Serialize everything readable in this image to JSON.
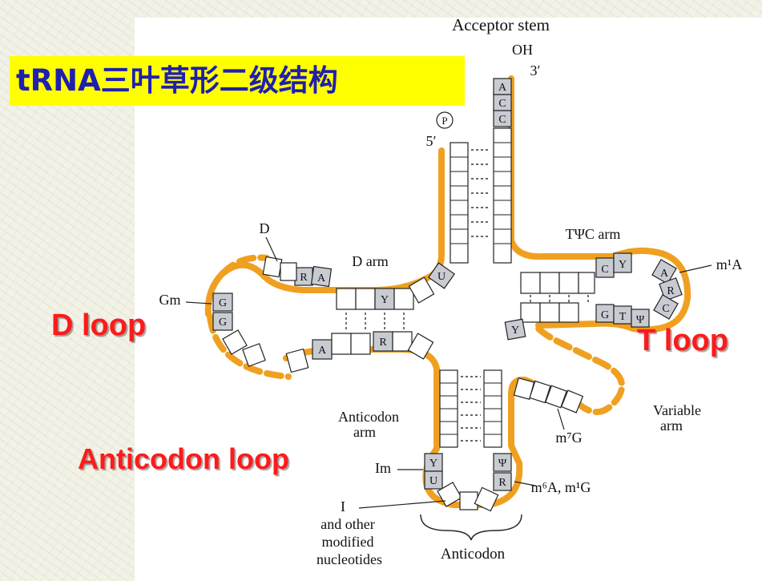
{
  "title": "tRNA三叶草形二级结构",
  "overlay_labels": {
    "d_loop": "D loop",
    "t_loop": "T loop",
    "anticodon_loop": "Anticodon loop"
  },
  "diagram_labels": {
    "acceptor_stem": "Acceptor stem",
    "oh": "OH",
    "three_prime": "3′",
    "five_prime": "5′",
    "phosphate": "P",
    "d": "D",
    "d_arm": "D arm",
    "gm": "Gm",
    "tpsic_arm": "TΨC arm",
    "m1a": "m¹A",
    "variable_arm_line1": "Variable",
    "variable_arm_line2": "arm",
    "m7g": "m⁷G",
    "anticodon_arm_line1": "Anticodon",
    "anticodon_arm_line2": "arm",
    "im_fragment": "Im",
    "m6a_m1g": "m⁶A, m¹G",
    "i_line1": "I",
    "i_line2": "and other",
    "i_line3": "modified",
    "i_line4": "nucleotides",
    "anticodon": "Anticodon"
  },
  "nucleotides": {
    "acceptor_a": "A",
    "acceptor_c1": "C",
    "acceptor_c2": "C",
    "d_r": "R",
    "d_a": "A",
    "d_y": "Y",
    "d_u": "U",
    "gm_g1": "G",
    "gm_g2": "G",
    "d_lower_a": "A",
    "d_lower_r": "R",
    "t_c": "C",
    "t_y": "Y",
    "t_a": "A",
    "t_r": "R",
    "t_c2": "C",
    "t_g": "G",
    "t_t": "T",
    "t_psi": "Ψ",
    "t_y2": "Y",
    "ac_y": "Y",
    "ac_u": "U",
    "ac_psi": "Ψ",
    "ac_r": "R"
  },
  "colors": {
    "title_bg": "#ffff00",
    "title_text": "#1f1fb0",
    "overlay_text": "#ff1a1a",
    "backbone": "#f0a020",
    "shaded_nucleotide": "#c8ccd2"
  }
}
